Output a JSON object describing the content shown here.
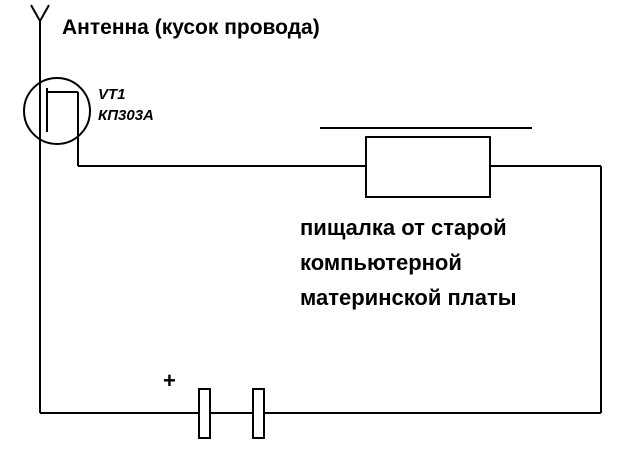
{
  "diagram": {
    "background_color": "#ffffff",
    "stroke_color": "#000000",
    "antenna": {
      "label": "Антенна (кусок провода)"
    },
    "transistor": {
      "designator": "VT1",
      "model": "КП303А"
    },
    "buzzer": {
      "label_lines": [
        "пищалка от старой",
        "компьютерной",
        "материнской платы"
      ]
    },
    "battery": {
      "polarity_label": "+"
    }
  }
}
